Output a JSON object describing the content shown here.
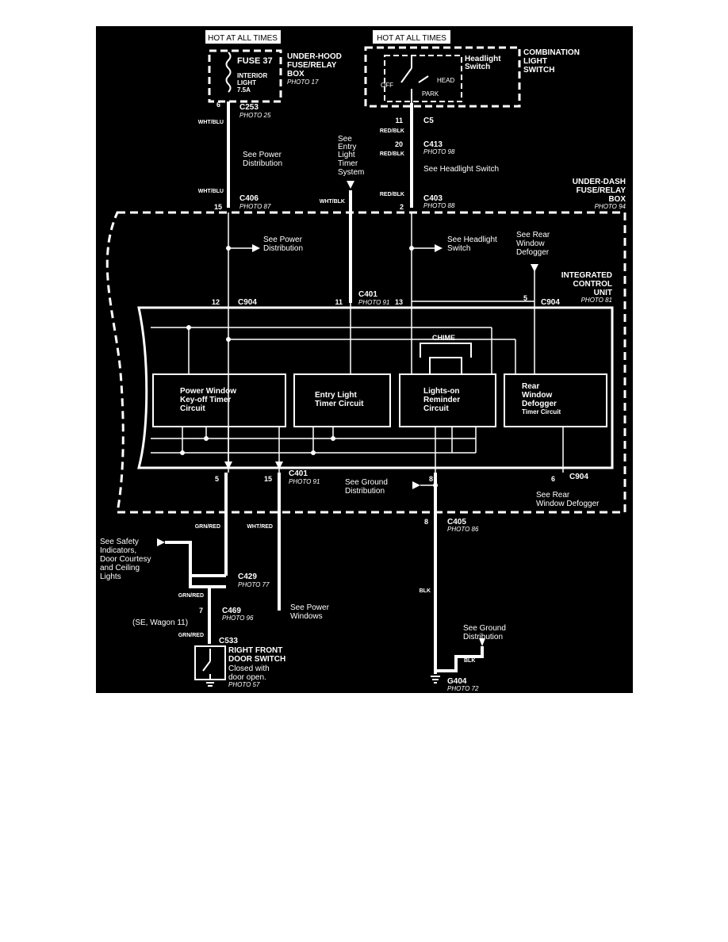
{
  "tags": {
    "hot_left": "HOT AT ALL TIMES",
    "hot_right": "HOT AT ALL TIMES"
  },
  "fuse_box": {
    "title": [
      "UNDER-HOOD",
      "FUSE/RELAY",
      "BOX"
    ],
    "photo": "PHOTO 17",
    "fuse": "FUSE 37",
    "fuse_sub": [
      "INTERIOR",
      "LIGHT",
      "7.5A"
    ]
  },
  "combo_switch": {
    "title": [
      "COMBINATION",
      "LIGHT",
      "SWITCH"
    ],
    "switch_label": [
      "Headlight",
      "Switch"
    ],
    "off": "OFF",
    "head": "HEAD",
    "park": "PARK"
  },
  "under_dash": {
    "title": [
      "UNDER-DASH",
      "FUSE/RELAY",
      "BOX"
    ],
    "photo": "PHOTO 94"
  },
  "icu": {
    "title": [
      "INTEGRATED",
      "CONTROL",
      "UNIT"
    ],
    "photo": "PHOTO 81"
  },
  "blocks": {
    "power_window": [
      "Power Window",
      "Key-off Timer",
      "Circuit"
    ],
    "entry_light": [
      "Entry Light",
      "Timer Circuit"
    ],
    "lights_on": [
      "Lights-on",
      "Reminder",
      "Circuit"
    ],
    "rear_window": [
      "Rear",
      "Window",
      "Defogger",
      "Timer Circuit"
    ],
    "chime": "CHIME"
  },
  "connectors": {
    "c253": "C253",
    "c253_photo": "PHOTO 25",
    "c253_pin": "6",
    "c5": "C5",
    "c5_pin": "11",
    "c413": "C413",
    "c413_photo": "PHOTO 98",
    "c413_pin": "20",
    "c406": "C406",
    "c406_photo": "PHOTO 87",
    "c406_pin": "15",
    "c403": "C403",
    "c403_photo": "PHOTO 88",
    "c403_pin": "2",
    "c401_top": "C401",
    "c401_top_photo": "PHOTO 91",
    "c401_top_pin": "11",
    "c904_left": "C904",
    "c904_left_pin": "12",
    "pin_13": "13",
    "c904_right": "C904",
    "c904_right_pin": "5",
    "c904_bottom_pin_left": "5",
    "c401_bottom": "C401",
    "c401_bottom_photo": "PHOTO 91",
    "c401_bottom_pin": "15",
    "ground_pin": "8",
    "c904_bottom_right": "C904",
    "c904_bottom_right_pin": "6",
    "c405": "C405",
    "c405_photo": "PHOTO 86",
    "c405_pin": "8",
    "c429": "C429",
    "c429_photo": "PHOTO 77",
    "c469": "C469",
    "c469_photo": "PHOTO 96",
    "c469_pin": "7",
    "c469_note": "(SE, Wagon 11)",
    "c533": "C533",
    "g404": "G404",
    "g404_photo": "PHOTO 72"
  },
  "wires": {
    "wht_blu_1": "WHT/BLU",
    "wht_blu_2": "WHT/BLU",
    "red_blk_1": "RED/BLK",
    "red_blk_2": "RED/BLK",
    "red_blk_3": "RED/BLK",
    "wht_blk": "WHT/BLK",
    "grn_red_1": "GRN/RED",
    "grn_red_2": "GRN/RED",
    "grn_red_3": "GRN/RED",
    "wht_red": "WHT/RED",
    "blk_1": "BLK",
    "blk_2": "BLK"
  },
  "refs": {
    "see_power_dist_1": [
      "See Power",
      "Distribution"
    ],
    "see_entry_light": [
      "See",
      "Entry",
      "Light",
      "Timer",
      "System"
    ],
    "see_headlight_1": "See Headlight Switch",
    "see_power_dist_2": [
      "See Power",
      "Distribution"
    ],
    "see_headlight_2": [
      "See Headlight",
      "Switch"
    ],
    "see_rear_defogger_1": [
      "See Rear",
      "Window",
      "Defogger"
    ],
    "see_ground_1": [
      "See Ground",
      "Distribution"
    ],
    "see_rear_defogger_2": [
      "See Rear",
      "Window Defogger"
    ],
    "see_safety": [
      "See Safety",
      "Indicators,",
      "Door Courtesy",
      "and Ceiling",
      "Lights"
    ],
    "see_power_windows": [
      "See Power",
      "Windows"
    ],
    "see_ground_2": [
      "See Ground",
      "Distribution"
    ]
  },
  "door_switch": {
    "title": [
      "RIGHT FRONT",
      "DOOR SWITCH"
    ],
    "note": [
      "Closed with",
      "door open."
    ],
    "photo": "PHOTO 57"
  }
}
